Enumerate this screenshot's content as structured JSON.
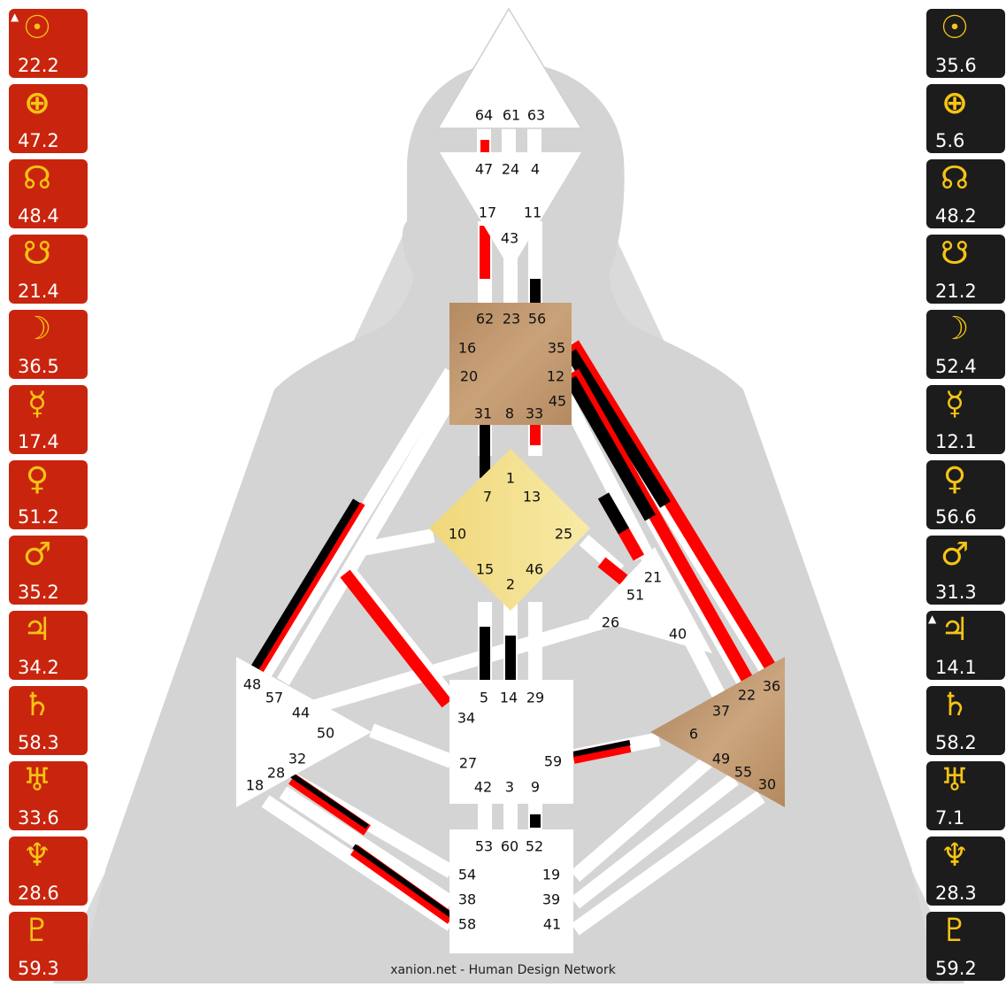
{
  "colors": {
    "design": "#c9250e",
    "personality": "#1c1c1c",
    "glyph": "#f6c414",
    "defined_center_brown": "#b89068",
    "defined_center_yellow": "#f2dd80",
    "silhouette": "#dadada"
  },
  "design_planets": [
    {
      "icon": "sun-icon",
      "glyph": "☉",
      "value": "22.2",
      "marker": "▲"
    },
    {
      "icon": "earth-icon",
      "glyph": "⊕",
      "value": "47.2",
      "marker": ""
    },
    {
      "icon": "north-node-icon",
      "glyph": "☊",
      "value": "48.4",
      "marker": ""
    },
    {
      "icon": "south-node-icon",
      "glyph": "☋",
      "value": "21.4",
      "marker": ""
    },
    {
      "icon": "moon-icon",
      "glyph": "☽",
      "value": "36.5",
      "marker": ""
    },
    {
      "icon": "mercury-icon",
      "glyph": "☿",
      "value": "17.4",
      "marker": ""
    },
    {
      "icon": "venus-icon",
      "glyph": "♀",
      "value": "51.2",
      "marker": ""
    },
    {
      "icon": "mars-icon",
      "glyph": "♂",
      "value": "35.2",
      "marker": ""
    },
    {
      "icon": "jupiter-icon",
      "glyph": "♃",
      "value": "34.2",
      "marker": ""
    },
    {
      "icon": "saturn-icon",
      "glyph": "♄",
      "value": "58.3",
      "marker": ""
    },
    {
      "icon": "uranus-icon",
      "glyph": "♅",
      "value": "33.6",
      "marker": ""
    },
    {
      "icon": "neptune-icon",
      "glyph": "♆",
      "value": "28.6",
      "marker": ""
    },
    {
      "icon": "pluto-icon",
      "glyph": "♇",
      "value": "59.3",
      "marker": ""
    }
  ],
  "personality_planets": [
    {
      "icon": "sun-icon",
      "glyph": "☉",
      "value": "35.6",
      "marker": ""
    },
    {
      "icon": "earth-icon",
      "glyph": "⊕",
      "value": "5.6",
      "marker": ""
    },
    {
      "icon": "north-node-icon",
      "glyph": "☊",
      "value": "48.2",
      "marker": ""
    },
    {
      "icon": "south-node-icon",
      "glyph": "☋",
      "value": "21.2",
      "marker": ""
    },
    {
      "icon": "moon-icon",
      "glyph": "☽",
      "value": "52.4",
      "marker": ""
    },
    {
      "icon": "mercury-icon",
      "glyph": "☿",
      "value": "12.1",
      "marker": ""
    },
    {
      "icon": "venus-icon",
      "glyph": "♀",
      "value": "56.6",
      "marker": ""
    },
    {
      "icon": "mars-icon",
      "glyph": "♂",
      "value": "31.3",
      "marker": ""
    },
    {
      "icon": "jupiter-icon",
      "glyph": "♃",
      "value": "14.1",
      "marker": "▲"
    },
    {
      "icon": "saturn-icon",
      "glyph": "♄",
      "value": "58.2",
      "marker": ""
    },
    {
      "icon": "uranus-icon",
      "glyph": "♅",
      "value": "7.1",
      "marker": ""
    },
    {
      "icon": "neptune-icon",
      "glyph": "♆",
      "value": "28.3",
      "marker": ""
    },
    {
      "icon": "pluto-icon",
      "glyph": "♇",
      "value": "59.2",
      "marker": ""
    }
  ],
  "centers": [
    {
      "id": "head",
      "defined": false,
      "gates": [
        "64",
        "61",
        "63"
      ]
    },
    {
      "id": "ajna",
      "defined": false,
      "gates": [
        "47",
        "24",
        "4",
        "17",
        "11",
        "43"
      ]
    },
    {
      "id": "throat",
      "defined": true,
      "gates": [
        "62",
        "23",
        "56",
        "16",
        "35",
        "20",
        "12",
        "45",
        "31",
        "8",
        "33"
      ]
    },
    {
      "id": "g",
      "defined": true,
      "gates": [
        "1",
        "7",
        "13",
        "10",
        "25",
        "15",
        "46",
        "2"
      ]
    },
    {
      "id": "heart",
      "defined": false,
      "gates": [
        "21",
        "51",
        "26",
        "40"
      ]
    },
    {
      "id": "spleen",
      "defined": false,
      "gates": [
        "48",
        "57",
        "44",
        "50",
        "32",
        "28",
        "18"
      ]
    },
    {
      "id": "sacral",
      "defined": false,
      "gates": [
        "5",
        "14",
        "29",
        "34",
        "27",
        "59",
        "42",
        "3",
        "9"
      ]
    },
    {
      "id": "solar-plexus",
      "defined": true,
      "gates": [
        "36",
        "22",
        "37",
        "6",
        "49",
        "55",
        "30"
      ]
    },
    {
      "id": "root",
      "defined": false,
      "gates": [
        "53",
        "60",
        "52",
        "54",
        "19",
        "38",
        "39",
        "58",
        "41"
      ]
    }
  ],
  "footer": "xanion.net - Human Design Network"
}
